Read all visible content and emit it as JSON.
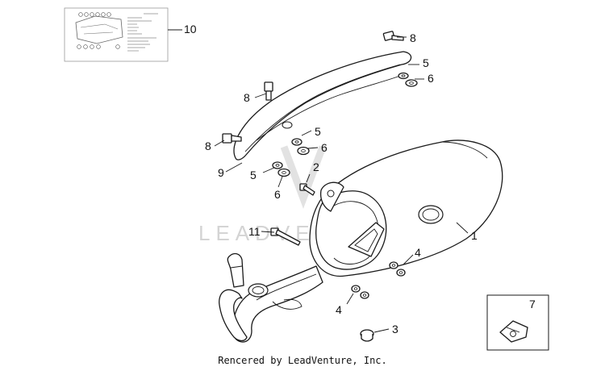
{
  "watermark": "LEADVENTURE",
  "footer": {
    "credit": "Rencered by LeadVenture, Inc."
  },
  "callouts": {
    "c1": "1",
    "c2": "2",
    "c3": "3",
    "c4a": "4",
    "c4b": "4",
    "c5a": "5",
    "c5b": "5",
    "c5c": "5",
    "c6a": "6",
    "c6b": "6",
    "c6c": "6",
    "c7": "7",
    "c8a": "8",
    "c8b": "8",
    "c8c": "8",
    "c9": "9",
    "c10": "10",
    "c11": "11"
  }
}
